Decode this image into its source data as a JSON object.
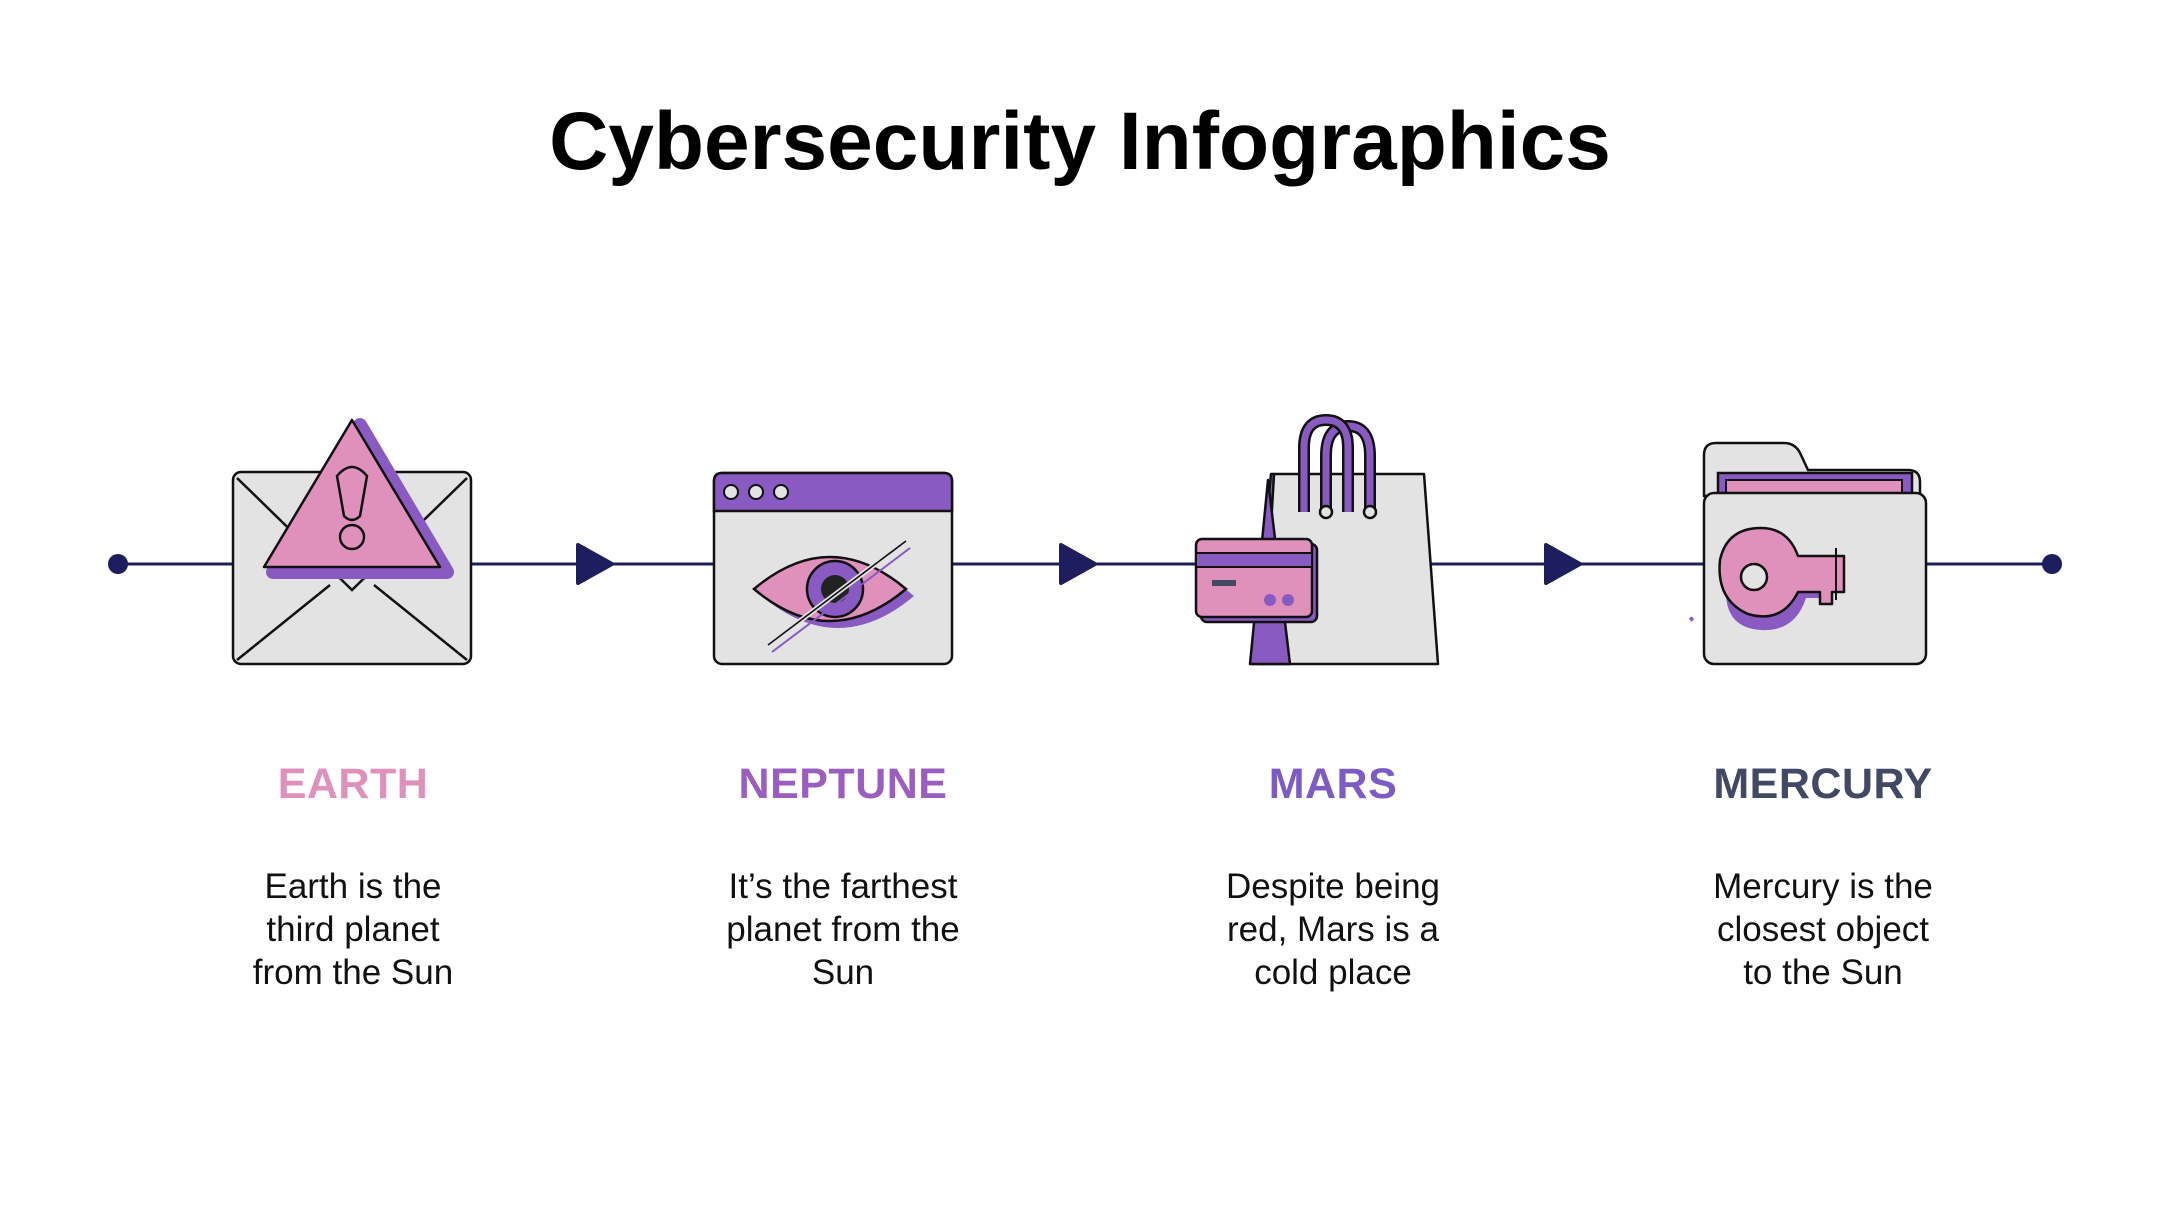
{
  "title": "Cybersecurity Infographics",
  "colors": {
    "line": "#1e1e5e",
    "pink": "#e091bb",
    "purple": "#895ac1",
    "violet": "#7c5cc4",
    "slate": "#424965",
    "gray": "#e3e3e3"
  },
  "steps": [
    {
      "icon": "warning-envelope-icon",
      "label": "EARTH",
      "text": [
        "Earth is the",
        "third planet",
        "from the Sun"
      ],
      "color": "#e091bb"
    },
    {
      "icon": "hidden-eye-browser-icon",
      "label": "NEPTUNE",
      "text": [
        "It’s the farthest",
        "planet from the",
        "Sun"
      ],
      "color": "#9a5ec0"
    },
    {
      "icon": "shopping-bag-card-icon",
      "label": "MARS",
      "text": [
        "Despite being",
        "red, Mars is a",
        "cold place"
      ],
      "color": "#7c5cc4"
    },
    {
      "icon": "folder-key-icon",
      "label": "MERCURY",
      "text": [
        "Mercury is the",
        "closest object",
        "to the Sun"
      ],
      "color": "#424965"
    }
  ]
}
